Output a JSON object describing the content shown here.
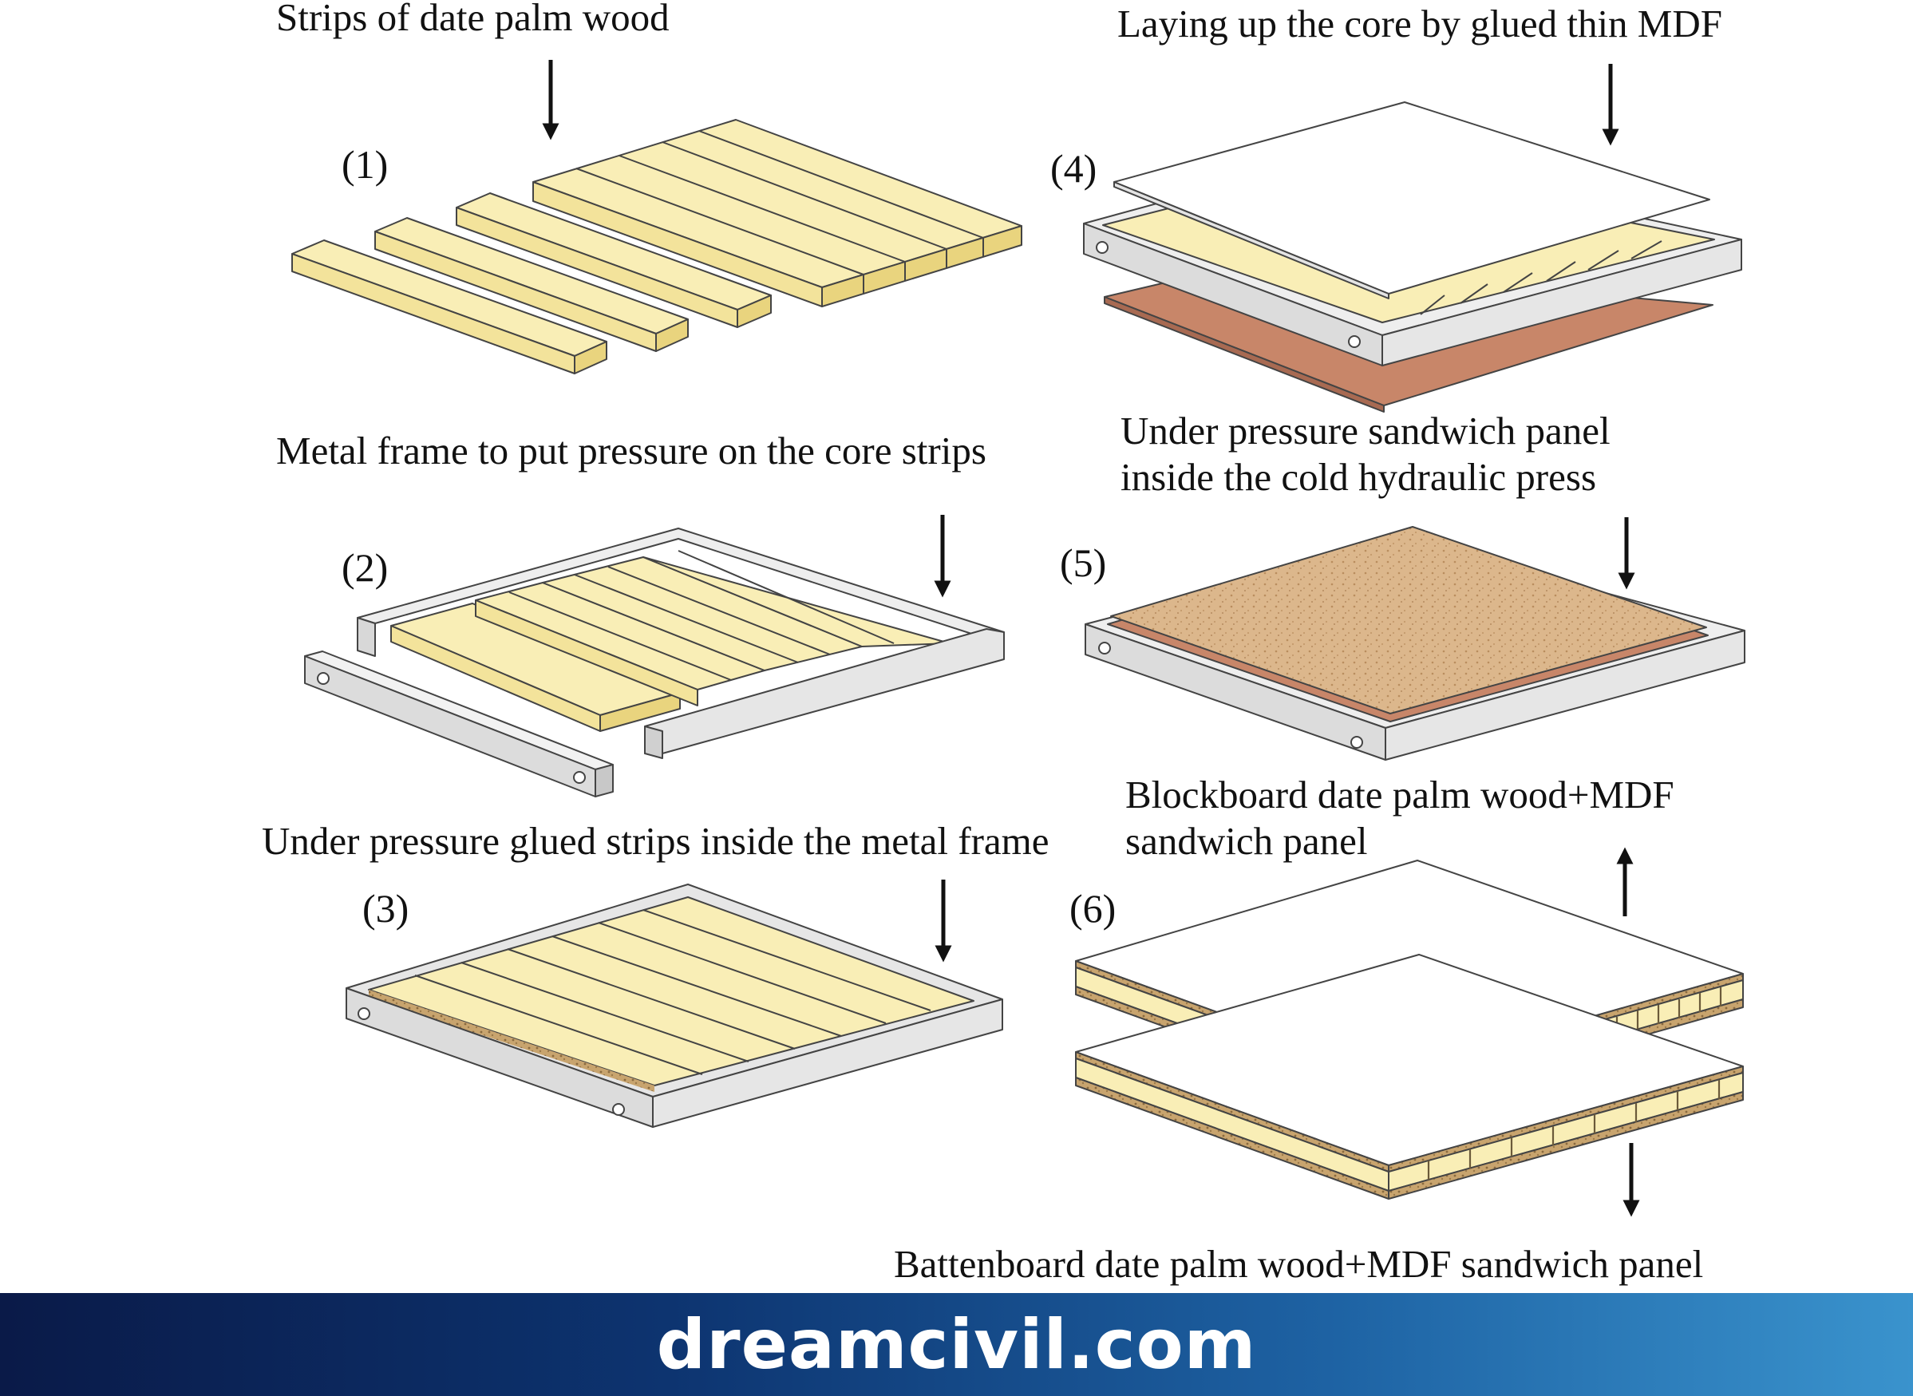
{
  "steps": [
    {
      "number": "(1)",
      "label_lines": [
        "Strips of date palm wood"
      ]
    },
    {
      "number": "(2)",
      "label_lines": [
        "Metal frame to put pressure on the core strips"
      ]
    },
    {
      "number": "(3)",
      "label_lines": [
        "Under pressure glued strips inside the metal frame"
      ]
    },
    {
      "number": "(4)",
      "label_lines": [
        "Laying up the core by glued thin MDF"
      ]
    },
    {
      "number": "(5)",
      "label_lines": [
        "Under pressure sandwich panel",
        "inside the cold hydraulic press"
      ]
    },
    {
      "number": "(6)",
      "label_lines": [
        "Blockboard date palm wood+MDF",
        "sandwich panel"
      ]
    }
  ],
  "bottom_caption": "Battenboard date palm wood+MDF sandwich panel",
  "footer": {
    "brand": "dreamcivil.com"
  },
  "colors": {
    "wood": "#f9eeb6",
    "frame": "#e6e6e6",
    "mdf_brown": "#c88669",
    "particle": "#dcb78c",
    "footer_start": "#0a1a48",
    "footer_end": "#3a93cd"
  }
}
